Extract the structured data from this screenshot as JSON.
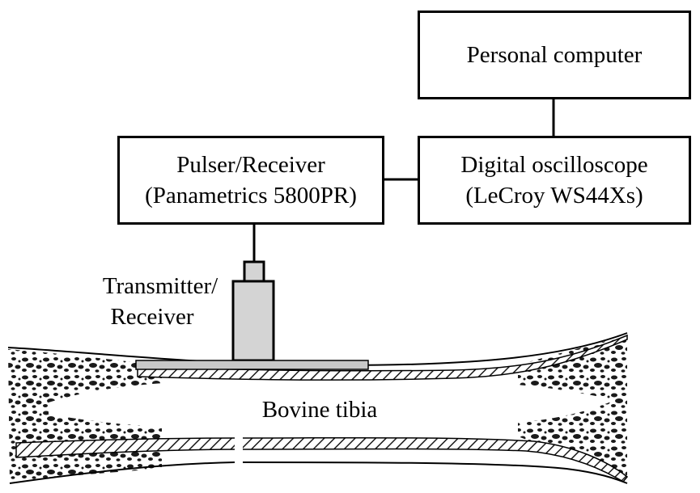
{
  "boxes": {
    "personal_computer": {
      "line1": "Personal computer"
    },
    "pulser_receiver": {
      "line1": "Pulser/Receiver",
      "line2": "(Panametrics 5800PR)"
    },
    "oscilloscope": {
      "line1": "Digital oscilloscope",
      "line2": "(LeCroy WS44Xs)"
    }
  },
  "labels": {
    "transducer": {
      "line1": "Transmitter/",
      "line2": "Receiver"
    },
    "specimen": "Bovine tibia"
  },
  "colors": {
    "line": "#000000",
    "transducer_fill": "#d4d4d4",
    "plate_fill": "#c8c8c8",
    "bone_texture": "#1a1a1a"
  }
}
